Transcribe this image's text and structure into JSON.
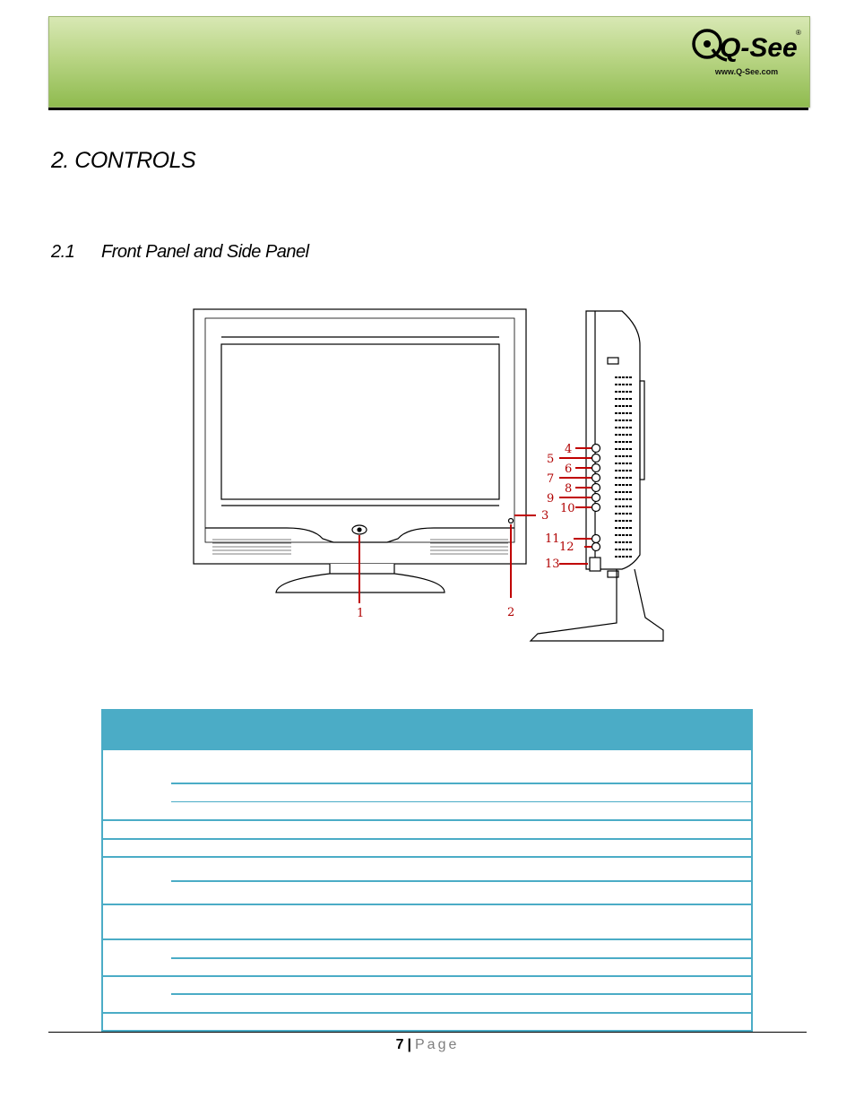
{
  "header": {
    "logo_text": "Q-See",
    "logo_reg": "®",
    "logo_url": "www.Q-See.com",
    "band_color": "#a6c96b"
  },
  "section": {
    "title": "2. CONTROLS"
  },
  "subsection": {
    "number": "2.1",
    "title": "Front Panel and Side Panel"
  },
  "diagram": {
    "front_callouts": [
      "1",
      "2",
      "3"
    ],
    "side_callouts": [
      "4",
      "5",
      "6",
      "7",
      "8",
      "9",
      "10",
      "11",
      "12",
      "13"
    ],
    "callout_color": "#c00000"
  },
  "table": {
    "header_color": "#4bacc6"
  },
  "footer": {
    "page_number": "7",
    "separator": "|",
    "page_label": "Page"
  }
}
